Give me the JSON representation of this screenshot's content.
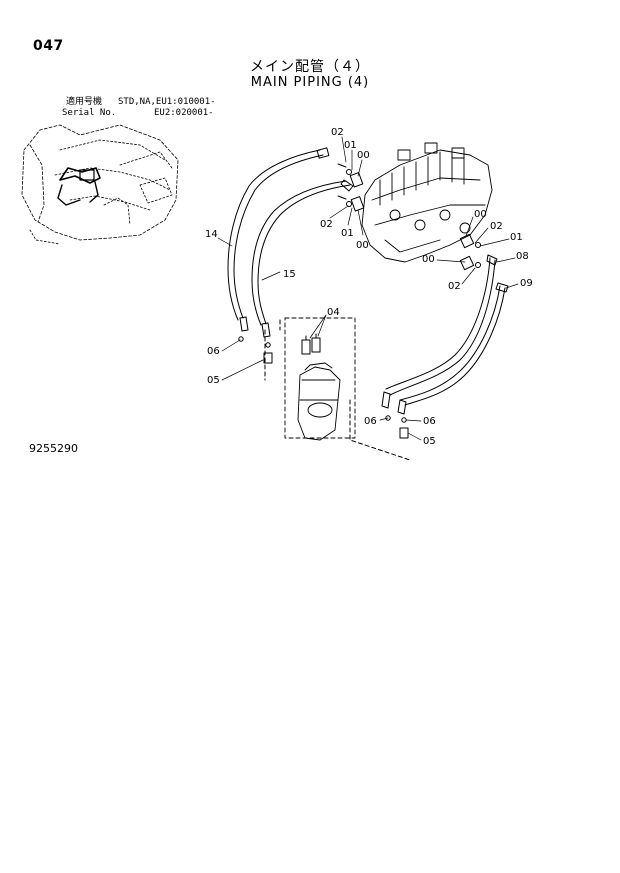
{
  "page": {
    "number": "047",
    "title_jp": "メイン配管（４）",
    "title_en": "MAIN PIPING (4)",
    "drawing_number": "9255290"
  },
  "serial": {
    "label_jp": "適用号機",
    "label_en": "Serial No.",
    "line1": "STD,NA,EU1:010001-",
    "line2": "EU2:020001-"
  },
  "callouts": {
    "c02a": "02",
    "c01a": "01",
    "c00a": "00",
    "c02b": "02",
    "c01b": "01",
    "c00b": "00",
    "c14": "14",
    "c15": "15",
    "c00c": "00",
    "c02c": "02",
    "c01c": "01",
    "c00d": "00",
    "c08": "08",
    "c02d": "02",
    "c09": "09",
    "c04": "04",
    "c06a": "06",
    "c05a": "05",
    "c06b": "06",
    "c06c": "06",
    "c05b": "05"
  },
  "colors": {
    "line": "#000000",
    "background": "#ffffff"
  },
  "icons": {
    "thumbnail": "excavator-thumbnail-icon"
  }
}
